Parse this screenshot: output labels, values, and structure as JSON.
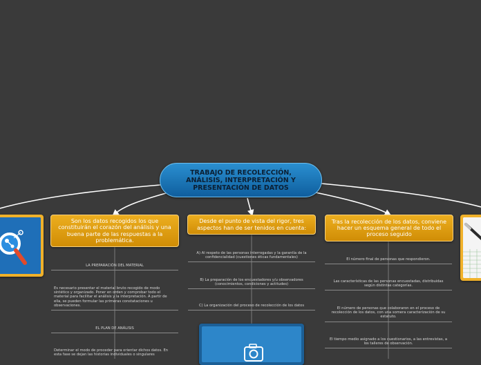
{
  "central": {
    "title": "TRABAJO DE RECOLECCIÓN, ANÁLISIS, INTERPRETACIÓN Y PRESENTACIÓN DE DATOS"
  },
  "branches": {
    "datos": {
      "title": "Son los datos recogidos los que constituirán el corazón del análisis y una buena parte de las respuestas a la problemática.",
      "topics": [
        "LA PREPARACIÓN DEL MATERIAL",
        "Es necesario presentar el material bruto recogido de modo sintético y organizado. Poner en orden y comprobar todo el material para facilitar el análisis y la interpretación. A partir de ella, se pueden formular las primeras constataciones u observaciones.",
        "EL PLAN DE ANÁLISIS",
        "Determinar el modo de proceder para orientar dichos datos. En esta fase se dejan las historias individuales o singulares"
      ]
    },
    "rigor": {
      "title": "Desde el punto de vista del rigor, tres aspectos han de ser tenidos en cuenta:",
      "topics": [
        "A) Al respeto de las personas interrogadas y la garantía de la confidencialidad (cuestiones éticas fundamentales)",
        "B) La preparación de los encuestadores y/u observadores (conocimientos, condiciones y actitudes)",
        "C) La organización del proceso de recolección de los datos"
      ]
    },
    "esquema": {
      "title": "Tras la recolección de los datos, conviene hacer un esquema general de todo el proceso seguido",
      "topics": [
        "El número final de personas que respondieron.",
        "Las características de las personas encuestadas, distribuidas según distintas categorías.",
        "El número de personas que colaboraron en el proceso de recolección de los datos, con una somera caracterización de su estatuto.",
        "El tiempo medio asignado a los cuestionarios, a las entrevistas, a los talleres de observación."
      ]
    }
  },
  "images": {
    "left": "magnifier-analysis-icon",
    "center": "camera-placeholder-icon",
    "right": "pen-spreadsheet-image"
  },
  "colors": {
    "background": "#3a3a3a",
    "central": "#1a78bd",
    "branch": "#e6a316",
    "line": "#ffffff"
  }
}
